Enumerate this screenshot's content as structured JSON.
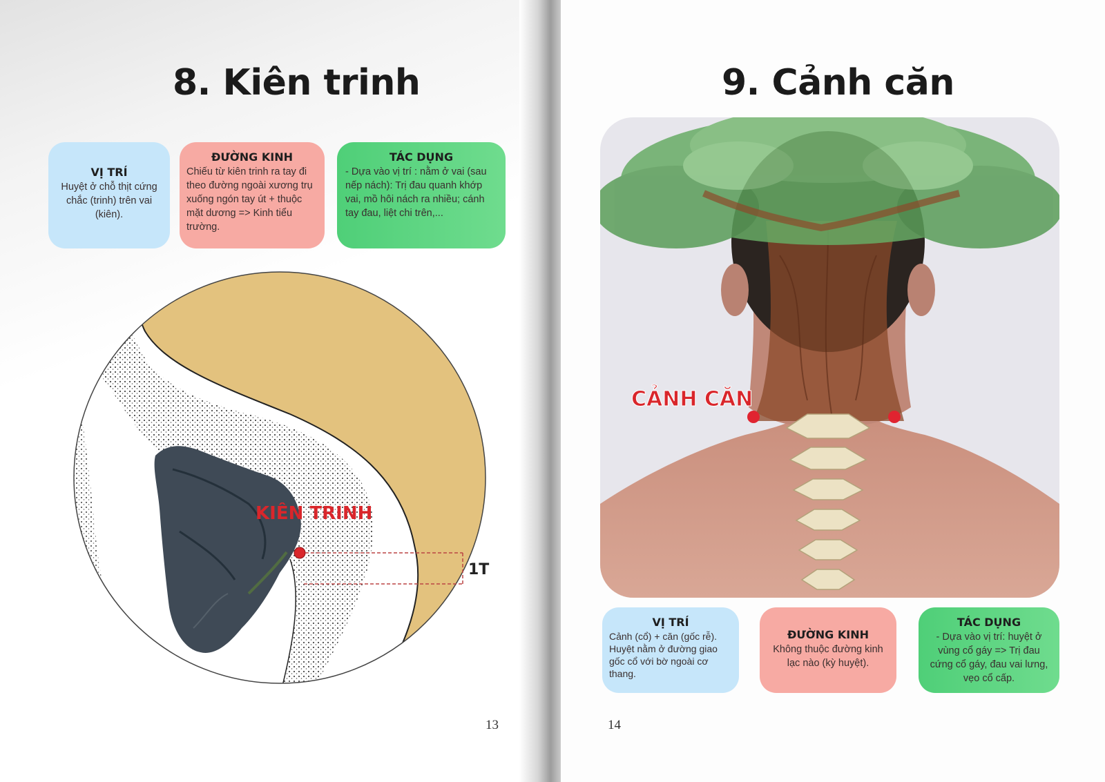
{
  "left_page": {
    "title": "8. Kiên trinh",
    "vi_tri": {
      "heading": "VỊ TRÍ",
      "text": "Huyệt ở chỗ thịt cứng chắc (trinh) trên vai (kiên)."
    },
    "duong_kinh": {
      "heading": "ĐƯỜNG KINH",
      "text": "Chiếu từ kiên trinh ra tay đi theo đường ngoài xương trụ xuống ngón tay út + thuộc mặt dương => Kinh tiểu trường."
    },
    "tac_dung": {
      "heading": "TÁC DỤNG",
      "text": "- Dựa vào vị trí : nằm ở vai (sau nếp nách): Trị đau quanh khớp vai, mồ hôi nách ra nhiều; cánh tay đau, liệt chi trên,..."
    },
    "illustration": {
      "point_label": "KIÊN TRINH",
      "measure_label": "1T"
    },
    "page_number": "13"
  },
  "right_page": {
    "title": "9. Cảnh căn",
    "illustration": {
      "point_label": "CẢNH CĂN"
    },
    "vi_tri": {
      "heading": "VỊ TRÍ",
      "text": "Cảnh (cổ) + căn (gốc rễ). Huyệt nằm ở đường giao gốc cổ với bờ ngoài cơ thang."
    },
    "duong_kinh": {
      "heading": "ĐƯỜNG KINH",
      "text": "Không thuộc đường kinh lạc nào (kỳ huyệt)."
    },
    "tac_dung": {
      "heading": "TÁC DỤNG",
      "text": "- Dựa vào vị trí: huyệt ở vùng cổ gáy => Trị đau cứng cổ gáy, đau vai lưng, vẹo cổ cấp."
    },
    "page_number": "14"
  },
  "colors": {
    "blue_box": "#c6e6fa",
    "pink_box": "#f7aaa3",
    "green_box": "#4fcf78",
    "point_red": "#d9262b",
    "sand": "#e3c27e"
  }
}
